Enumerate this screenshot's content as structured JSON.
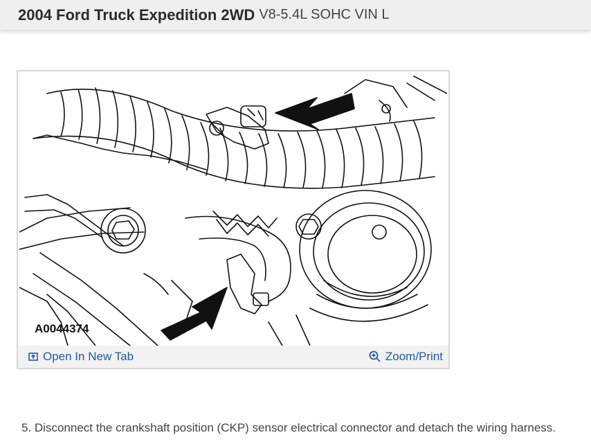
{
  "header": {
    "vehicle": "2004 Ford Truck Expedition 2WD",
    "engine": "V8-5.4L SOHC VIN L"
  },
  "figure": {
    "code": "A0044374",
    "open_tab_label": "Open In New Tab",
    "zoom_label": "Zoom/Print",
    "link_color": "#1f5aa6",
    "open_tab_icon": "external-window-icon",
    "zoom_icon": "magnifier-plus-icon"
  },
  "instructions": {
    "step": "5. Disconnect the crankshaft position (CKP) sensor electrical connector and detach the wiring harness."
  }
}
